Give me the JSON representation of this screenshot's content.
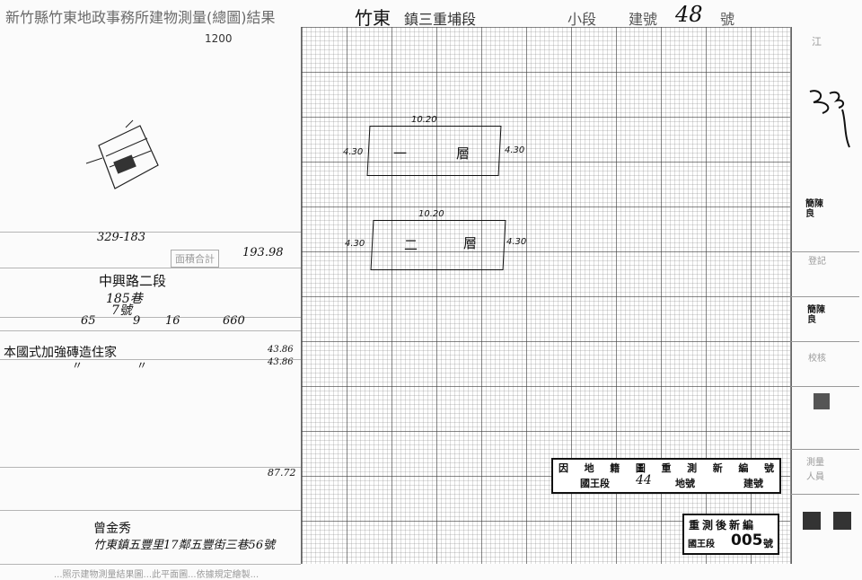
{
  "header": {
    "title_left": "新竹縣竹東地政事務所建物測量(總圖)結果",
    "township": "竹東",
    "town_suffix": "鎮三重埔段",
    "subsection": "小段",
    "building_no_label": "建號",
    "building_no": "48",
    "building_no_suffix": "號",
    "scale": "1200"
  },
  "left_table": {
    "parcel": "329-183",
    "area_label": "面積合計",
    "area_total": "193.98",
    "address_road": "中興路二段",
    "address_lane": "185巷",
    "address_no": "7號",
    "date": "65 9 16",
    "date_y": "65",
    "date_m": "9",
    "date_d": "16",
    "permit_no": "660",
    "structure_use": "本國式加強磚造住家",
    "ditto1": "〃",
    "ditto2": "〃",
    "floor_area_1": "43.86",
    "floor_area_2": "43.86",
    "total_area": "87.72",
    "owner_name": "曾金秀",
    "owner_address": "竹東鎮五豐里17鄰五豐街三巷56號",
    "footer_note": "...照示建物測量結果圖...此平面圖...依據規定繪製..."
  },
  "floor_plans": [
    {
      "label": "一",
      "suffix": "層",
      "width_m": "10.20",
      "depth_left": "4.30",
      "depth_right": "4.30"
    },
    {
      "label": "二",
      "suffix": "層",
      "width_m": "10.20",
      "depth_left": "4.30",
      "depth_right": "4.30"
    }
  ],
  "right_column": {
    "note_top": "江",
    "stamp1": "簡陳良",
    "stamp2": "簡陳良",
    "label1": "登記",
    "label2": "校核",
    "label3": "測量",
    "label4": "人員"
  },
  "stamp_renumber": {
    "title_chars": [
      "因",
      "地",
      "籍",
      "圖",
      "重",
      "測",
      "新",
      "編",
      "號"
    ],
    "section": "國王段",
    "land_no": "44",
    "land_label": "地號",
    "bldg_label": "建號"
  },
  "stamp_resurvey": {
    "line1": "重測後新編",
    "line2_prefix": "國王段",
    "number": "005",
    "suffix": "號"
  }
}
